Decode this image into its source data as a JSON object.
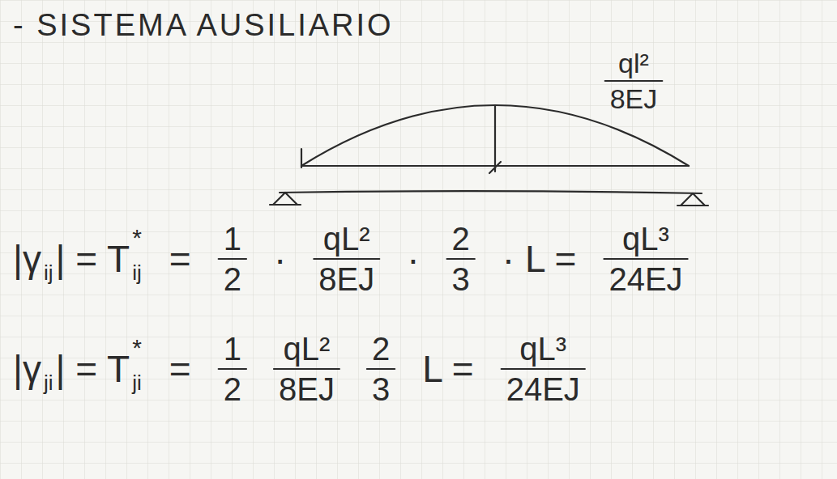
{
  "diagram": {
    "labels": [
      "- SISTEMA AUSILIARIO",
      "ql²",
      "8EJ",
      "|γ",
      "ij",
      "| = T",
      "*",
      "ij",
      "=",
      "1",
      "2",
      "·",
      "qL²",
      "8EJ",
      "·",
      "2",
      "3",
      "· L =",
      "qL³",
      "24EJ",
      "|γ",
      "ji",
      "| = T",
      "*",
      "ji",
      "=",
      "1",
      "2",
      "qL²",
      "8EJ",
      "2",
      "3",
      "L =",
      "qL³",
      "24EJ"
    ]
  }
}
